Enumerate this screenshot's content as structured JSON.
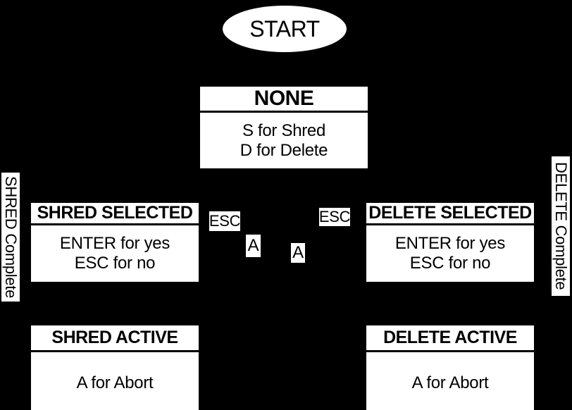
{
  "colors": {
    "background": "#000000",
    "node_fill": "#ffffff",
    "text": "#000000"
  },
  "nodes": {
    "start": {
      "label": "START"
    },
    "none": {
      "title": "NONE",
      "lines": [
        "S for Shred",
        "D for Delete"
      ]
    },
    "shred_selected": {
      "title": "SHRED SELECTED",
      "lines": [
        "ENTER for yes",
        "ESC for no"
      ]
    },
    "delete_selected": {
      "title": "DELETE SELECTED",
      "lines": [
        "ENTER for yes",
        "ESC for no"
      ]
    },
    "shred_active": {
      "title": "SHRED ACTIVE",
      "lines": [
        "A for Abort"
      ]
    },
    "delete_active": {
      "title": "DELETE ACTIVE",
      "lines": [
        "A for Abort"
      ]
    }
  },
  "edge_labels": {
    "esc_left": "ESC",
    "esc_right": "ESC",
    "a_left": "A",
    "a_right": "A",
    "shred_complete": "SHRED Complete",
    "delete_complete": "DELETE Complete"
  }
}
